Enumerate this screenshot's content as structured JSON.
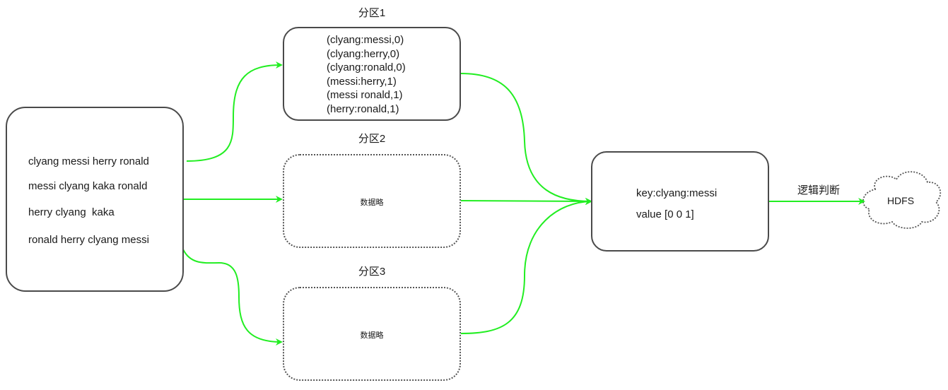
{
  "input": {
    "lines": [
      "clyang messi herry ronald",
      "messi clyang kaka ronald",
      "herry clyang  kaka",
      "ronald herry clyang messi"
    ]
  },
  "partitions": [
    {
      "title": "分区1",
      "lines": [
        "(clyang:messi,0)",
        "(clyang:herry,0)",
        "(clyang:ronald,0)",
        "(messi:herry,1)",
        "(messi ronald,1)",
        "(herry:ronald,1)"
      ]
    },
    {
      "title": "分区2",
      "text": "数据略"
    },
    {
      "title": "分区3",
      "text": "数据略"
    }
  ],
  "result": {
    "lines": [
      "key:clyang:messi",
      "value [0 0 1]"
    ]
  },
  "edge_label": "逻辑判断",
  "cloud": {
    "label": "HDFS"
  },
  "colors": {
    "arrow": "#22ee22",
    "border": "#4a4a4a"
  }
}
